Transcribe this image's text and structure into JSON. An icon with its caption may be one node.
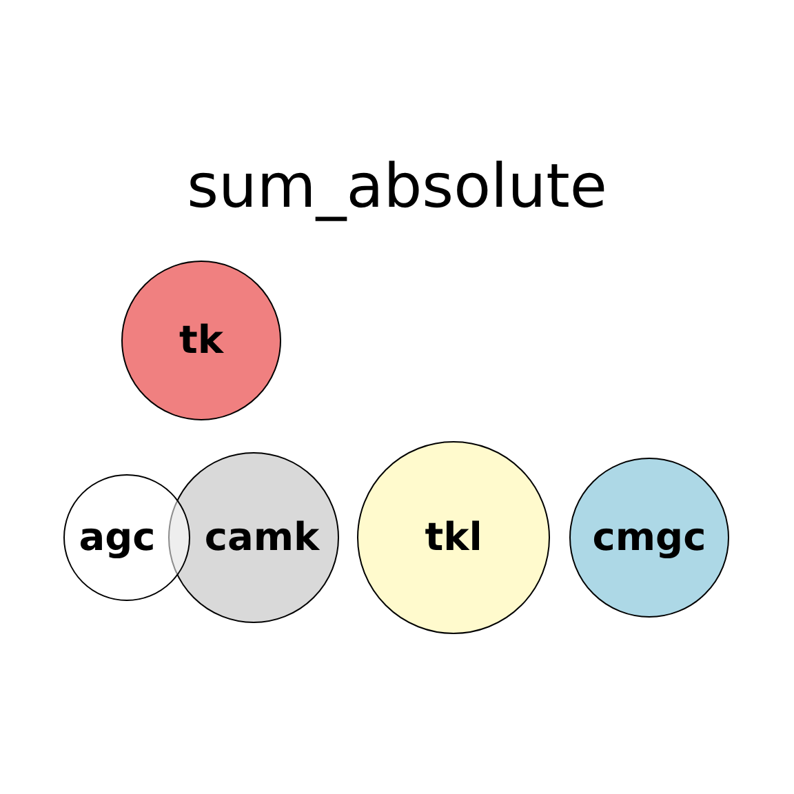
{
  "diagram": {
    "title": "sum_absolute",
    "nodes": [
      {
        "text": [
          "tk"
        ]
      },
      {
        "text": [
          "camk"
        ]
      },
      {
        "text": [
          "agc"
        ]
      },
      {
        "text": [
          "tkl"
        ]
      },
      {
        "text": [
          "cmgc"
        ]
      }
    ]
  }
}
